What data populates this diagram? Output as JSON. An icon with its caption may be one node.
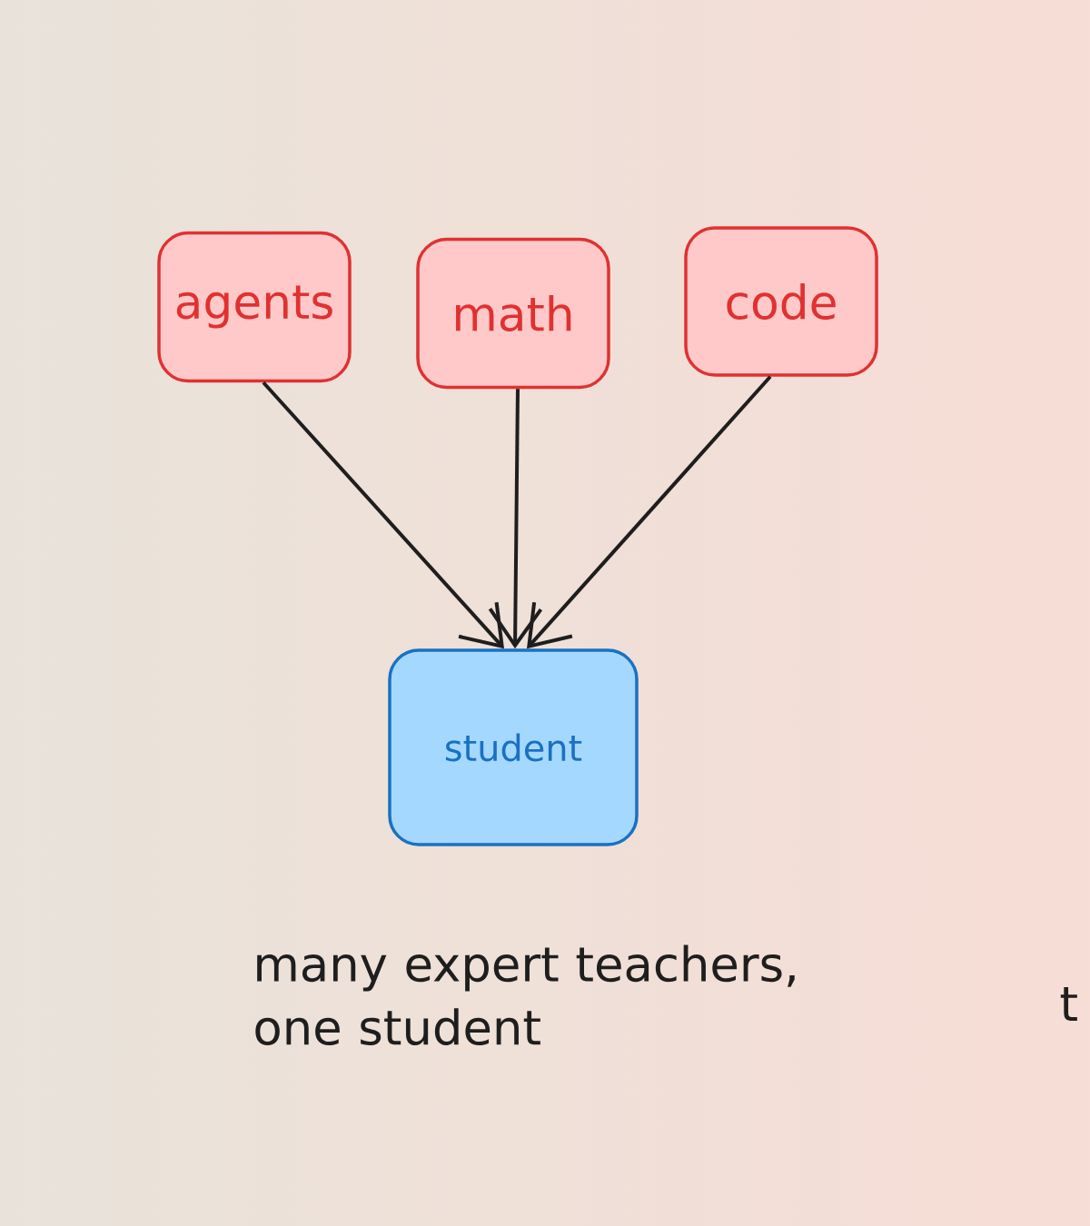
{
  "diagram": {
    "caption": "many expert teachers, one student",
    "nodes": [
      {
        "text": [
          "agents"
        ]
      },
      {
        "text": [
          "math"
        ]
      },
      {
        "text": [
          "code"
        ]
      },
      {
        "text": [
          "student"
        ]
      }
    ],
    "edges": [
      {
        "from": 0,
        "to": 3,
        "arrow": "to"
      },
      {
        "from": 1,
        "to": 3,
        "arrow": "to"
      },
      {
        "from": 2,
        "to": 3,
        "arrow": "to"
      }
    ],
    "labels": [
      "t"
    ]
  }
}
